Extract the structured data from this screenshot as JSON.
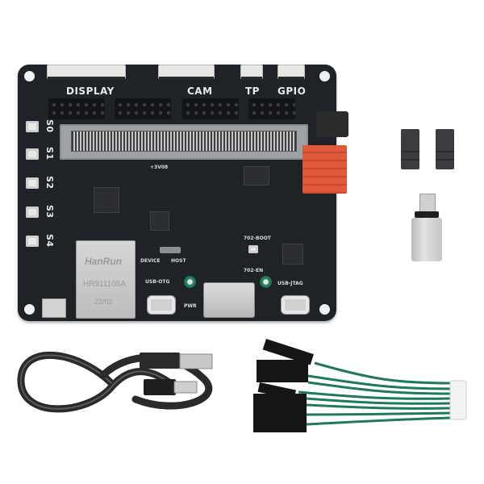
{
  "scene": {
    "description": "Product photo of a development board kit on white background",
    "background_color": "#ffffff"
  },
  "board": {
    "pcb_color": "#1f2227",
    "connector_labels": [
      "DISPLAY",
      "CAM",
      "TP",
      "GPIO"
    ],
    "button_labels": [
      "S0",
      "S1",
      "S2",
      "S3",
      "S4"
    ],
    "ethernet": {
      "brand": "HanRun",
      "model": "HR911105A",
      "code": "22/02"
    },
    "switch_labels": {
      "left": "DEVICE",
      "right": "HOST"
    },
    "port_labels": {
      "usb_otg": "USB-OTG",
      "pwr": "PWR",
      "usb_jtag": "USB-JTAG",
      "boot": "702-BOOT",
      "en": "702-EN",
      "voltage": "+3V08"
    },
    "header_accent_color": "#e0593b"
  },
  "accessories": {
    "jumpers": {
      "count": 2,
      "color": "#3a3c3f"
    },
    "otg_adapter": {
      "type": "Micro-USB to USB-A OTG adapter",
      "color": "#c8c9cb"
    },
    "usb_cable": {
      "type": "USB-A to Micro-USB cable",
      "color": "#222222"
    },
    "dupont_cable": {
      "type": "8-pin JST to Dupont female jumper cable",
      "wire_color": "#1f7a5a",
      "wire_count": 8
    }
  }
}
